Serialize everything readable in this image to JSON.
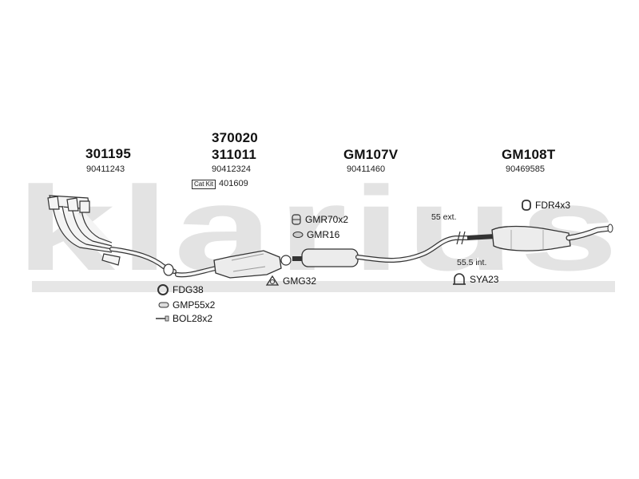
{
  "brand": {
    "watermark": "klarius"
  },
  "parts": [
    {
      "code": "301195",
      "oem": "90411243"
    },
    {
      "code_top": "370020",
      "code": "311011",
      "oem": "90412324",
      "cat_kit_tag": "Cat Kit",
      "cat_kit_number": "401609"
    },
    {
      "code": "GM107V",
      "oem": "90411460"
    },
    {
      "code": "GM108T",
      "oem": "90469585"
    }
  ],
  "accessories": {
    "fdg": "FDG38",
    "gmp": "GMP55x2",
    "bol": "BOL28x2",
    "gmr70": "GMR70x2",
    "gmr16": "GMR16",
    "gmg": "GMG32",
    "fdr": "FDR4x3",
    "sya": "SYA23"
  },
  "notes": {
    "ext": "55 ext.",
    "int": "55.5 int."
  },
  "colors": {
    "watermark": "#e3e3e3",
    "pipe_fill": "#f4f4f4",
    "pipe_stroke": "#333333",
    "text": "#111111"
  }
}
